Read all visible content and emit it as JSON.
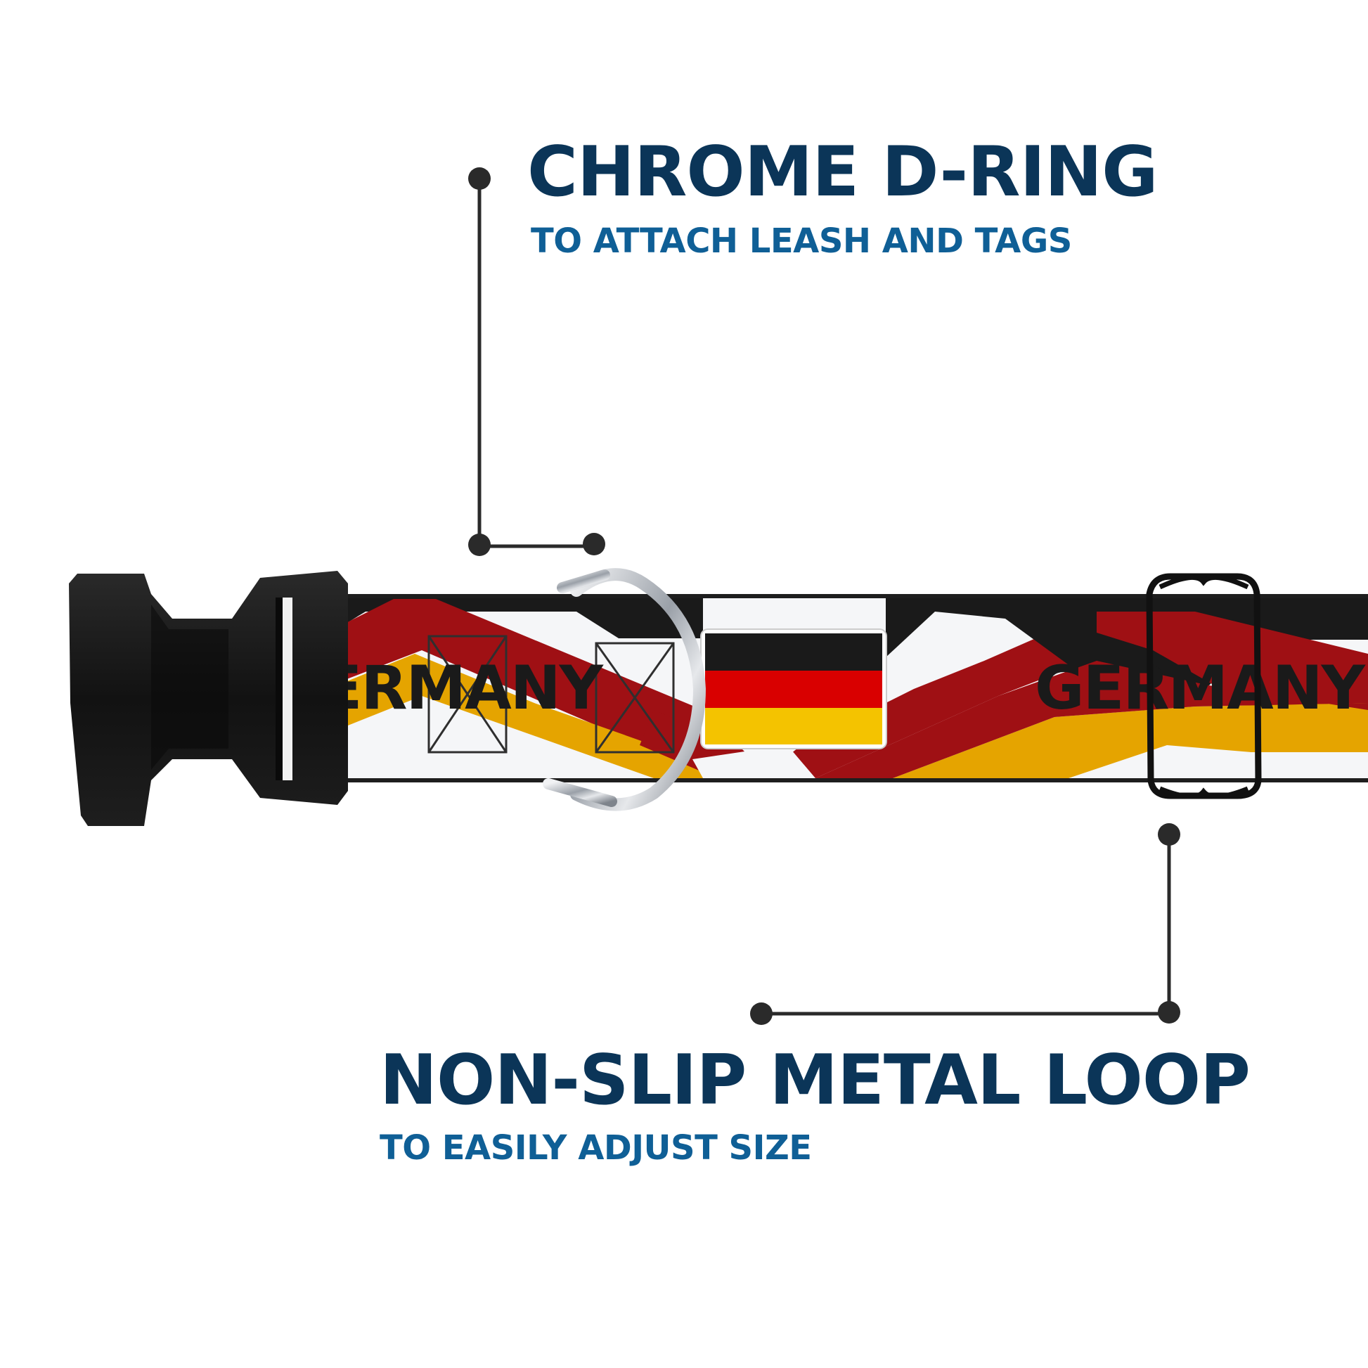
{
  "colors": {
    "title": "#0b3558",
    "subtitle": "#0f5f96",
    "callout": "#2a2a2a",
    "flag_black": "#1a1a1a",
    "flag_red": "#d90000",
    "flag_gold": "#f4c300",
    "band_red": "#9f1014",
    "band_gold": "#e5a400",
    "webbing_white": "#f5f6f8",
    "buckle": "#141414",
    "ring": "#c9ccd1"
  },
  "callouts": {
    "d_ring": {
      "title": "CHROME D-RING",
      "subtitle": "TO ATTACH LEASH AND TAGS"
    },
    "metal_loop": {
      "title": "NON-SLIP METAL LOOP",
      "subtitle": "TO EASILY ADJUST SIZE"
    }
  },
  "collar": {
    "print_text": "GERMANY",
    "icons": [
      "buckle-icon",
      "d-ring-icon",
      "slide-loop-icon",
      "germany-flag-icon",
      "stitch-box-icon"
    ]
  }
}
